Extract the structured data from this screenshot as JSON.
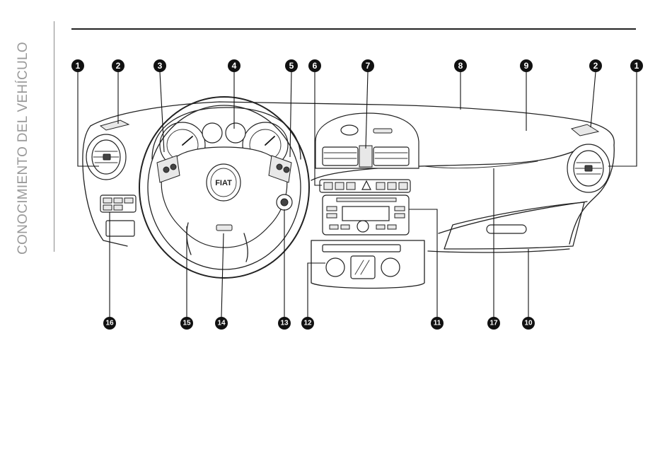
{
  "section_title": "CONOCIMIENTO DEL VEHÍCULO",
  "callouts_top": [
    "1",
    "2",
    "3",
    "4",
    "5",
    "6",
    "7",
    "8",
    "9",
    "2",
    "1"
  ],
  "callouts_bottom": [
    "16",
    "15",
    "14",
    "13",
    "12",
    "11",
    "17",
    "10"
  ],
  "logo_text": "FIAT"
}
